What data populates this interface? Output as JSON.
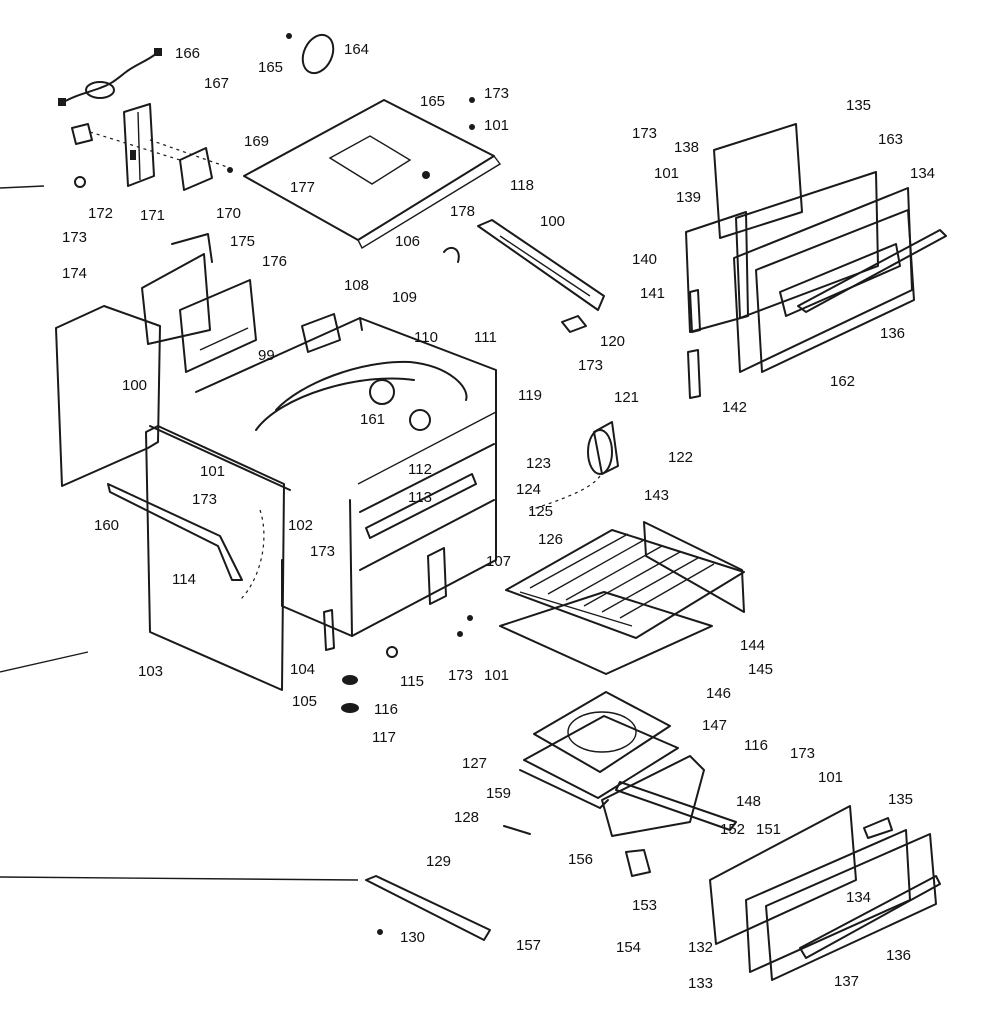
{
  "labels": [
    {
      "id": "l166",
      "text": "166"
    },
    {
      "id": "l165a",
      "text": "165"
    },
    {
      "id": "l164",
      "text": "164"
    },
    {
      "id": "l167",
      "text": "167"
    },
    {
      "id": "l169",
      "text": "169"
    },
    {
      "id": "l170",
      "text": "170"
    },
    {
      "id": "l171",
      "text": "171"
    },
    {
      "id": "l172",
      "text": "172"
    },
    {
      "id": "l177",
      "text": "177"
    },
    {
      "id": "l165b",
      "text": "165"
    },
    {
      "id": "l173a",
      "text": "173"
    },
    {
      "id": "l101a",
      "text": "101"
    },
    {
      "id": "l118",
      "text": "118"
    },
    {
      "id": "l178",
      "text": "178"
    },
    {
      "id": "l106",
      "text": "106"
    },
    {
      "id": "l100a",
      "text": "100"
    },
    {
      "id": "l135a",
      "text": "135"
    },
    {
      "id": "l173b",
      "text": "173"
    },
    {
      "id": "l138",
      "text": "138"
    },
    {
      "id": "l163",
      "text": "163"
    },
    {
      "id": "l101b",
      "text": "101"
    },
    {
      "id": "l139",
      "text": "139"
    },
    {
      "id": "l134a",
      "text": "134"
    },
    {
      "id": "l140",
      "text": "140"
    },
    {
      "id": "l141",
      "text": "141"
    },
    {
      "id": "l136a",
      "text": "136"
    },
    {
      "id": "l162",
      "text": "162"
    },
    {
      "id": "l142",
      "text": "142"
    },
    {
      "id": "l173c",
      "text": "173"
    },
    {
      "id": "l175",
      "text": "175"
    },
    {
      "id": "l176",
      "text": "176"
    },
    {
      "id": "l174",
      "text": "174"
    },
    {
      "id": "l108",
      "text": "108"
    },
    {
      "id": "l109",
      "text": "109"
    },
    {
      "id": "l110",
      "text": "110"
    },
    {
      "id": "l111",
      "text": "111"
    },
    {
      "id": "l99",
      "text": "99"
    },
    {
      "id": "l120",
      "text": "120"
    },
    {
      "id": "l173d",
      "text": "173"
    },
    {
      "id": "l100b",
      "text": "100"
    },
    {
      "id": "l161",
      "text": "161"
    },
    {
      "id": "l119",
      "text": "119"
    },
    {
      "id": "l121",
      "text": "121"
    },
    {
      "id": "l101c",
      "text": "101"
    },
    {
      "id": "l173e",
      "text": "173"
    },
    {
      "id": "l112",
      "text": "112"
    },
    {
      "id": "l123",
      "text": "123"
    },
    {
      "id": "l122",
      "text": "122"
    },
    {
      "id": "l113",
      "text": "113"
    },
    {
      "id": "l124",
      "text": "124"
    },
    {
      "id": "l143",
      "text": "143"
    },
    {
      "id": "l160",
      "text": "160"
    },
    {
      "id": "l102",
      "text": "102"
    },
    {
      "id": "l125",
      "text": "125"
    },
    {
      "id": "l126",
      "text": "126"
    },
    {
      "id": "l173f",
      "text": "173"
    },
    {
      "id": "l107",
      "text": "107"
    },
    {
      "id": "l114",
      "text": "114"
    },
    {
      "id": "l144",
      "text": "144"
    },
    {
      "id": "l145",
      "text": "145"
    },
    {
      "id": "l104",
      "text": "104"
    },
    {
      "id": "l115",
      "text": "115"
    },
    {
      "id": "l173g",
      "text": "173"
    },
    {
      "id": "l101d",
      "text": "101"
    },
    {
      "id": "l103",
      "text": "103"
    },
    {
      "id": "l105",
      "text": "105"
    },
    {
      "id": "l116a",
      "text": "116"
    },
    {
      "id": "l117",
      "text": "117"
    },
    {
      "id": "l146",
      "text": "146"
    },
    {
      "id": "l147",
      "text": "147"
    },
    {
      "id": "l116b",
      "text": "116"
    },
    {
      "id": "l173h",
      "text": "173"
    },
    {
      "id": "l127",
      "text": "127"
    },
    {
      "id": "l101e",
      "text": "101"
    },
    {
      "id": "l159",
      "text": "159"
    },
    {
      "id": "l148",
      "text": "148"
    },
    {
      "id": "l135b",
      "text": "135"
    },
    {
      "id": "l128",
      "text": "128"
    },
    {
      "id": "l152",
      "text": "152"
    },
    {
      "id": "l151",
      "text": "151"
    },
    {
      "id": "l156",
      "text": "156"
    },
    {
      "id": "l129",
      "text": "129"
    },
    {
      "id": "l153",
      "text": "153"
    },
    {
      "id": "l134b",
      "text": "134"
    },
    {
      "id": "l130",
      "text": "130"
    },
    {
      "id": "l157",
      "text": "157"
    },
    {
      "id": "l154",
      "text": "154"
    },
    {
      "id": "l132",
      "text": "132"
    },
    {
      "id": "l136b",
      "text": "136"
    },
    {
      "id": "l133",
      "text": "133"
    },
    {
      "id": "l137",
      "text": "137"
    }
  ]
}
